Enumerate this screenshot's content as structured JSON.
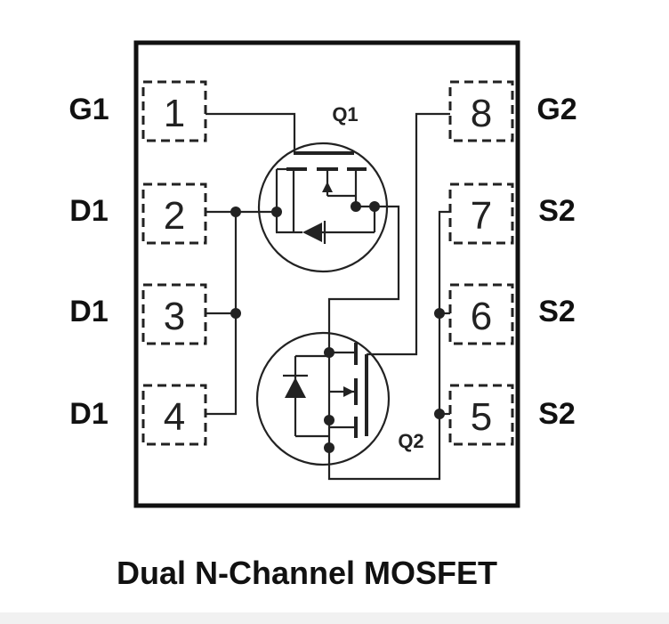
{
  "diagram": {
    "pins": [
      {
        "number": "1",
        "label": "G1"
      },
      {
        "number": "2",
        "label": "D1"
      },
      {
        "number": "3",
        "label": "D1"
      },
      {
        "number": "4",
        "label": "D1"
      },
      {
        "number": "5",
        "label": "S2"
      },
      {
        "number": "6",
        "label": "S2"
      },
      {
        "number": "7",
        "label": "S2"
      },
      {
        "number": "8",
        "label": "G2"
      }
    ],
    "transistors": [
      {
        "name": "Q1"
      },
      {
        "name": "Q2"
      }
    ],
    "caption": "Dual N-Channel MOSFET"
  }
}
